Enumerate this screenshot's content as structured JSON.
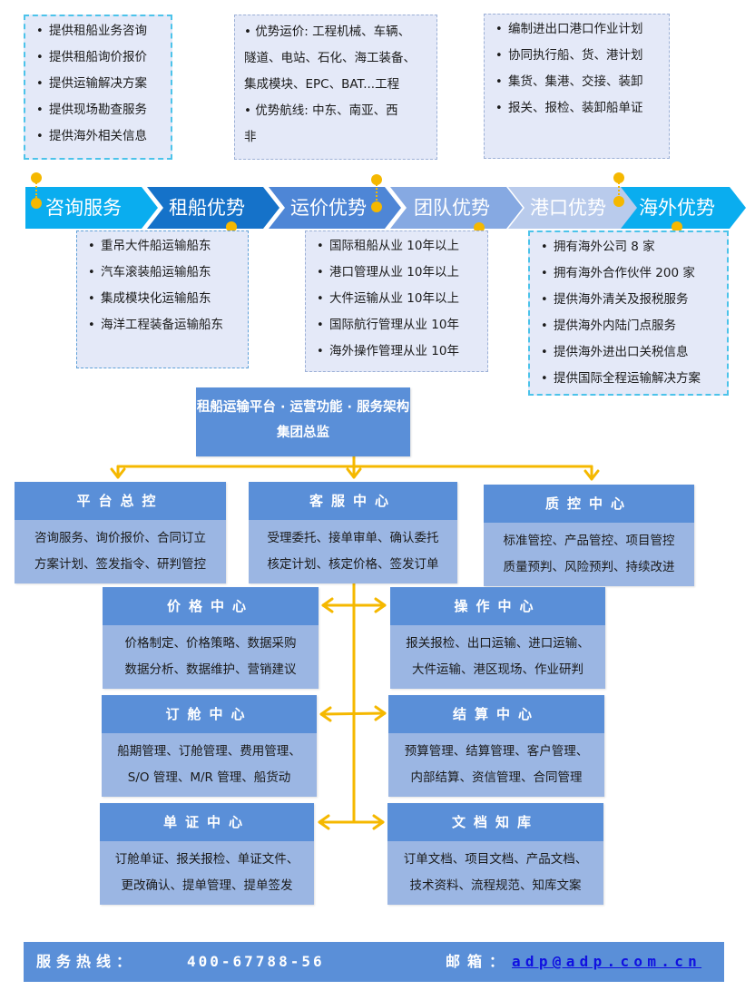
{
  "top_boxes": {
    "consult": [
      "提供租船业务咨询",
      "提供租船询价报价",
      "提供运输解决方案",
      "提供现场勘查服务",
      "提供海外相关信息"
    ],
    "freight_para": [
      "• 优势运价: 工程机械、车辆、",
      "隧道、电站、石化、海工装备、",
      "集成模块、EPC、BAT...工程",
      "• 优势航线: 中东、南亚、西",
      "非"
    ],
    "port": [
      "编制进出口港口作业计划",
      "协同执行船、货、港计划",
      "集货、集港、交接、装卸",
      "报关、报检、装卸船单证"
    ]
  },
  "chevrons": [
    {
      "label": "咨询服务",
      "color": "#0aadef"
    },
    {
      "label": "租船优势",
      "color": "#1572c9"
    },
    {
      "label": "运价优势",
      "color": "#4e86d6"
    },
    {
      "label": "团队优势",
      "color": "#86a9e2"
    },
    {
      "label": "港口优势",
      "color": "#b9cbec"
    },
    {
      "label": "海外优势",
      "color": "#0aadef"
    }
  ],
  "bottom_boxes": {
    "charter": [
      "重吊大件船运输船东",
      "汽车滚装船运输船东",
      "集成模块化运输船东",
      "海洋工程装备运输船东"
    ],
    "team": [
      "国际租船从业 10年以上",
      "港口管理从业 10年以上",
      "大件运输从业 10年以上",
      "国际航行管理从业 10年",
      "海外操作管理从业 10年"
    ],
    "overseas": [
      "拥有海外公司 8 家",
      "拥有海外合作伙伴 200 家",
      "提供海外清关及报税服务",
      "提供海外内陆门点服务",
      "提供海外进出口关税信息",
      "提供国际全程运输解决方案"
    ]
  },
  "org": {
    "top": {
      "line1": "租船运输平台 · 运营功能 · 服务架构",
      "line2": "集团总监"
    },
    "centers": [
      {
        "title": "平台总控",
        "lines": [
          "咨询服务、询价报价、合同订立",
          "方案计划、签发指令、研判管控"
        ]
      },
      {
        "title": "客服中心",
        "lines": [
          "受理委托、接单审单、确认委托",
          "核定计划、核定价格、签发订单"
        ]
      },
      {
        "title": "质控中心",
        "lines": [
          "标准管控、产品管控、项目管控",
          "质量预判、风险预判、持续改进"
        ]
      },
      {
        "title": "价格中心",
        "lines": [
          "价格制定、价格策略、数据采购",
          "数据分析、数据维护、营销建议"
        ]
      },
      {
        "title": "操作中心",
        "lines": [
          "报关报检、出口运输、进口运输、",
          "大件运输、港区现场、作业研判"
        ]
      },
      {
        "title": "订舱中心",
        "lines": [
          "船期管理、订舱管理、费用管理、",
          "S/O 管理、M/R 管理、船货动"
        ]
      },
      {
        "title": "结算中心",
        "lines": [
          "预算管理、结算管理、客户管理、",
          "内部结算、资信管理、合同管理"
        ]
      },
      {
        "title": "单证中心",
        "lines": [
          "订舱单证、报关报检、单证文件、",
          "更改确认、提单管理、提单签发"
        ]
      },
      {
        "title": "文档知库",
        "lines": [
          "订单文档、项目文档、产品文档、",
          "技术资料、流程规范、知库文案"
        ]
      }
    ]
  },
  "footer": {
    "hotline_label": "服务热线：",
    "hotline": "400-67788-56",
    "email_label": "邮箱：",
    "email": "adp@adp.com.cn"
  }
}
